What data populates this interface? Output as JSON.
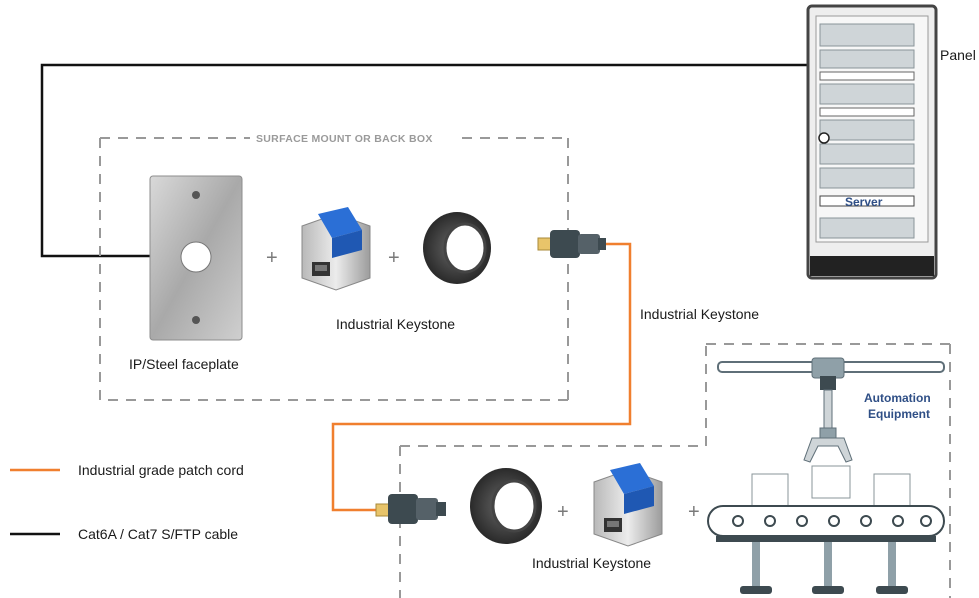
{
  "diagram": {
    "box_title": "SURFACE MOUNT OR BACK BOX",
    "panel_label": "Panel",
    "server_label": "Server",
    "faceplate_label": "IP/Steel faceplate",
    "keystone_label_top": "Industrial Keystone",
    "keystone_label_right": "Industrial Keystone",
    "keystone_label_bottom": "Industrial Keystone",
    "automation_label_line1": "Automation",
    "automation_label_line2": "Equipment",
    "plus": "+"
  },
  "legend": {
    "items": [
      {
        "label": "Industrial grade patch cord",
        "color": "#f07f2e"
      },
      {
        "label": "Cat6A / Cat7 S/FTP cable",
        "color": "#111111"
      }
    ]
  },
  "colors": {
    "orange_cord": "#f07f2e",
    "black_cable": "#111111",
    "dashed_box": "#999999",
    "accent_blue": "#2f4f86",
    "keystone_blue": "#2b6fd6"
  }
}
